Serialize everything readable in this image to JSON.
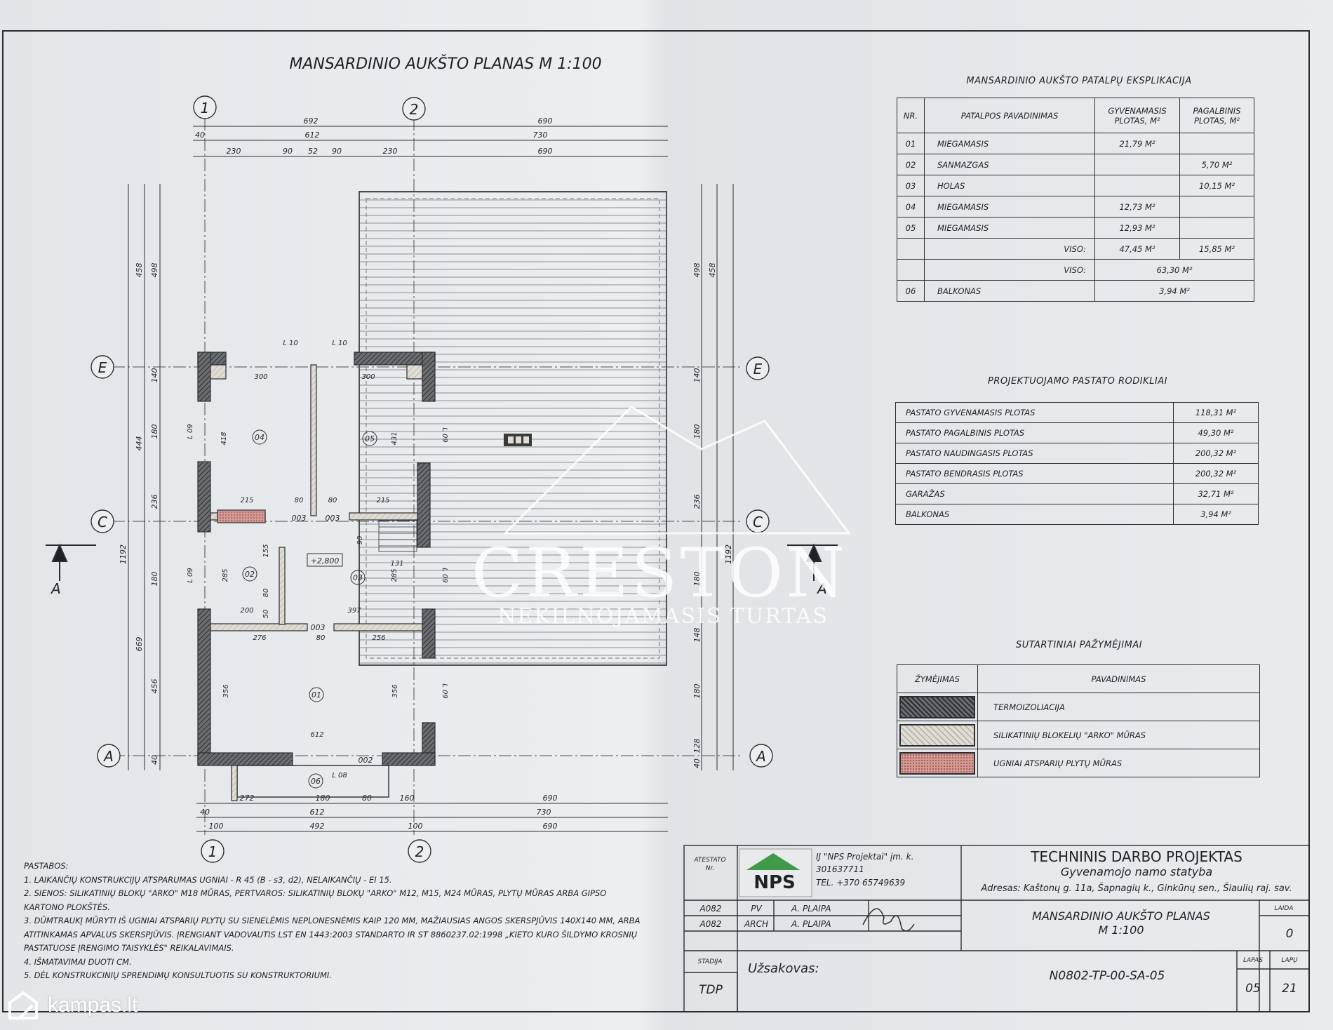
{
  "plan_title": "MANSARDINIO AUKŠTO PLANAS M 1:100",
  "axes": {
    "col1": "1",
    "col2": "2",
    "rowE": "E",
    "rowC": "C",
    "rowA": "A",
    "section": "A"
  },
  "dims_top": {
    "r1": [
      "692",
      "690"
    ],
    "r2": [
      "40",
      "612",
      "730"
    ],
    "r3": [
      "230",
      "90",
      "52",
      "90",
      "230",
      "690"
    ]
  },
  "dims_bottom": {
    "r1": [
      "272",
      "180",
      "80",
      "160",
      "690"
    ],
    "r2": [
      "40",
      "612",
      "730"
    ],
    "r3": [
      "100",
      "492",
      "100",
      "690"
    ]
  },
  "dims_left": {
    "outer": "1192",
    "mid": [
      "458",
      "444",
      "669"
    ],
    "inner": [
      "498",
      "140",
      "180",
      "236",
      "180",
      "456",
      "40"
    ]
  },
  "dims_right": {
    "outer": "1192",
    "mid": [
      "458"
    ],
    "inner": [
      "498",
      "140",
      "180",
      "236",
      "180",
      "148",
      "180",
      "128",
      "40"
    ]
  },
  "plan_labels": {
    "rooms": [
      "04",
      "05",
      "02",
      "03",
      "01",
      "06"
    ],
    "doors": [
      "003",
      "003",
      "003",
      "002"
    ],
    "lintels": [
      "L 10",
      "L 10",
      "L 09",
      "L 09",
      "L 09",
      "L 09",
      "L 09",
      "L 08"
    ],
    "inner_dims": [
      "300",
      "300",
      "418",
      "431",
      "215",
      "80",
      "80",
      "215",
      "155",
      "90",
      "131",
      "285",
      "285",
      "80",
      "200",
      "397",
      "276",
      "80",
      "256",
      "356",
      "356",
      "612",
      "50"
    ],
    "level": "+2,800"
  },
  "explication": {
    "title": "MANSARDINIO AUKŠTO PATALPŲ EKSPLIKACIJA",
    "headers": [
      "NR.",
      "PATALPOS PAVADINIMAS",
      "GYVENAMASIS PLOTAS, M²",
      "PAGALBINIS PLOTAS, M²"
    ],
    "rows": [
      [
        "01",
        "MIEGAMASIS",
        "21,79 M²",
        ""
      ],
      [
        "02",
        "SANMAZGAS",
        "",
        "5,70 M²"
      ],
      [
        "03",
        "HOLAS",
        "",
        "10,15 M²"
      ],
      [
        "04",
        "MIEGAMASIS",
        "12,73 M²",
        ""
      ],
      [
        "05",
        "MIEGAMASIS",
        "12,93 M²",
        ""
      ]
    ],
    "viso1_label": "VISO:",
    "viso1_g": "47,45 M²",
    "viso1_p": "15,85 M²",
    "viso2_label": "VISO:",
    "viso2": "63,30 M²",
    "balcony_nr": "06",
    "balcony_name": "BALKONAS",
    "balcony_val": "3,94 M²"
  },
  "indicators": {
    "title": "PROJEKTUOJAMO PASTATO RODIKLIAI",
    "rows": [
      [
        "PASTATO GYVENAMASIS PLOTAS",
        "118,31 M²"
      ],
      [
        "PASTATO PAGALBINIS PLOTAS",
        "49,30 M²"
      ],
      [
        "PASTATO NAUDINGASIS PLOTAS",
        "200,32 M²"
      ],
      [
        "PASTATO BENDRASIS PLOTAS",
        "200,32 M²"
      ],
      [
        "GARAŽAS",
        "32,71 M²"
      ],
      [
        "BALKONAS",
        "3,94 M²"
      ]
    ]
  },
  "legend": {
    "title": "SUTARTINIAI PAŽYMĖJIMAI",
    "headers": [
      "ŽYMĖJIMAS",
      "PAVADINIMAS"
    ],
    "rows": [
      {
        "name": "TERMOIZOLIACIJA",
        "color": "#4a4a4a"
      },
      {
        "name": "SILIKATINIŲ BLOKELIŲ \"ARKO\" MŪRAS",
        "color": "#d9d2c8"
      },
      {
        "name": "UGNIAI ATSPARIŲ PLYTŲ MŪRAS",
        "color": "#c98b86"
      }
    ]
  },
  "notes": {
    "title": "PASTABOS:",
    "lines": [
      "1. LAIKANČIŲ KONSTRUKCIJŲ ATSPARUMAS UGNIAI - R 45 (B - s3, d2), NELAIKANČIŲ - EI 15.",
      "2. SIENOS: SILIKATINIŲ BLOKŲ \"ARKO\" M18 MŪRAS, PERTVAROS: SILIKATINIŲ BLOKŲ \"ARKO\" M12, M15, M24 MŪRAS, PLYTŲ MŪRAS ARBA GIPSO",
      "KARTONO PLOKŠTĖS.",
      "3. DŪMTRAUKĮ MŪRYTI IŠ UGNIAI ATSPARIŲ PLYTŲ SU SIENELĖMIS NEPLONESNĖMIS KAIP 120 MM, MAŽIAUSIAS ANGOS SKERSPJŪVIS 140X140 MM, ARBA",
      "ATITINKAMAS APVALUS SKERSPJŪVIS. ĮRENGIANT VADOVAUTIS LST EN 1443:2003 STANDARTO IR ST 8860237.02:1998 „KIETO KURO ŠILDYMO KROSNIŲ",
      "PASTATUOSE ĮRENGIMO TAISYKLĖS\" REIKALAVIMAIS.",
      "4. IŠMATAVIMAI DUOTI CM.",
      "5. DĖL KONSTRUKCINIŲ SPRENDIMŲ KONSULTUOTIS SU KONSTRUKTORIUMI."
    ]
  },
  "title_block": {
    "atestato": "ATESTATO",
    "nr": "Nr.",
    "logo": "NPS",
    "company": "IJ \"NPS Projektai\" įm. k.",
    "company_code": "301637711",
    "phone": "TEL. +370 65749639",
    "project_title": "TECHNINIS DARBO PROJEKTAS",
    "project_sub": "Gyvenamojo namo statyba",
    "address": "Adresas: Kaštonų g. 11a, Šapnagių k., Ginkūnų sen., Šiaulių raj. sav.",
    "row1": [
      "A082",
      "PV",
      "A. PLAIPA"
    ],
    "row2": [
      "A082",
      "ARCH",
      "A. PLAIPA"
    ],
    "sheet_title": "MANSARDINIO AUKŠTO PLANAS",
    "sheet_scale": "M 1:100",
    "laida_label": "LAIDA",
    "laida": "0",
    "stadija_label": "STADIJA",
    "stadija": "TDP",
    "uzsakovas": "Užsakovas:",
    "doc_code": "N0802-TP-00-SA-05",
    "lapas_label": "LAPAS",
    "lapas": "05",
    "lapu_label": "LAPŲ",
    "lapu": "21"
  },
  "watermark": {
    "brand": "CRESTON",
    "sub": "NEKILNOJAMASIS TURTAS"
  },
  "site_badge": "kampas.lt"
}
